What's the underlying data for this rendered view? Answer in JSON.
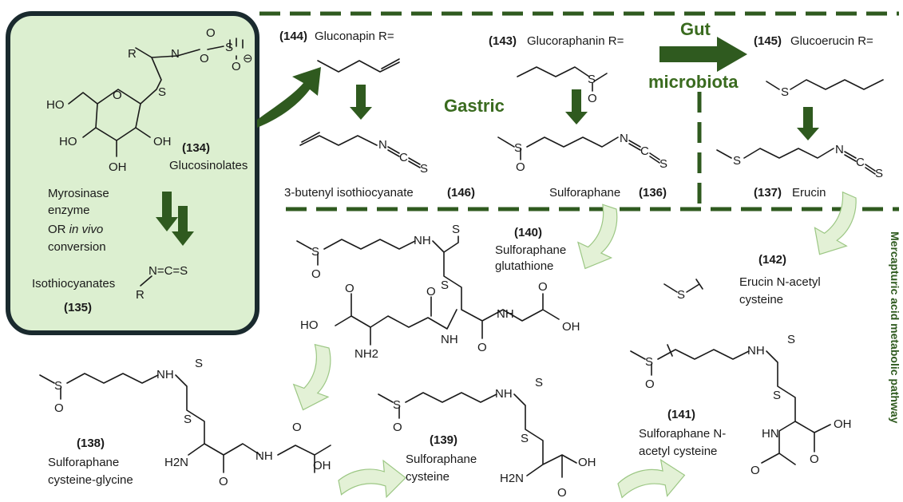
{
  "glucosinolate": {
    "number": "(134)",
    "name": "Glucosinolates",
    "r": "R",
    "n": "N",
    "o1": "O",
    "s": "S",
    "o2": "O",
    "oh1": "HO",
    "oh2": "HO",
    "oh3": "OH",
    "oh4": "OH",
    "s_top": "S",
    "o_top": "O",
    "o_side": "O",
    "charge": "⊖"
  },
  "enzyme": {
    "line1": "Myrosinase",
    "line2": "enzyme",
    "line3_prefix": "OR ",
    "line3_italic": "in vivo",
    "line4": "conversion"
  },
  "isothiocyanates": {
    "number": "(135)",
    "name": "Isothiocyanates",
    "formula": "N=C=S",
    "r": "R"
  },
  "gluconapin": {
    "number": "(144)",
    "name": "Gluconapin R="
  },
  "glucoraphanin": {
    "number": "(143)",
    "name": "Glucoraphanin R=",
    "s": "S",
    "o": "O"
  },
  "glucoerucin": {
    "number": "(145)",
    "name": "Glucoerucin R=",
    "s": "S"
  },
  "butenyl": {
    "name": "3-butenyl isothiocyanate",
    "number": "(146)",
    "n": "N",
    "c": "C",
    "s": "S"
  },
  "sulforaphane": {
    "name": "Sulforaphane",
    "number": "(136)",
    "s": "S",
    "o": "O",
    "n": "N",
    "c": "C",
    "s2": "S"
  },
  "erucin": {
    "number": "(137)",
    "name": "Erucin",
    "s": "S",
    "n": "N",
    "c": "C",
    "s2": "S"
  },
  "labels": {
    "gut": "Gut",
    "microbiota": "microbiota",
    "gastric": "Gastric",
    "pathway": "Mercapturic acid metabolic pathway"
  },
  "sfn_gsh": {
    "number": "(140)",
    "line1": "Sulforaphane",
    "line2": "glutathione",
    "s": "S",
    "o": "O",
    "nh": "NH",
    "s2": "S",
    "s3": "S",
    "ho": "HO",
    "o1": "O",
    "o2": "O",
    "nh2": "NH",
    "o3": "O",
    "nh3": "NH",
    "o4": "O",
    "oh": "OH",
    "nh2b": "NH2"
  },
  "erucin_nac": {
    "number": "(142)",
    "line1": "Erucin N-acetyl",
    "line2": "cysteine",
    "s": "S"
  },
  "sfn_cysgly": {
    "number": "(138)",
    "line1": "Sulforaphane",
    "line2": "cysteine-glycine",
    "s": "S",
    "o": "O",
    "nh": "NH",
    "s2": "S",
    "s3": "S",
    "h2n": "H2N",
    "o2": "O",
    "nh2": "NH",
    "o3": "O",
    "oh": "OH"
  },
  "sfn_cys": {
    "number": "(139)",
    "line1": "Sulforaphane",
    "line2": "cysteine",
    "s": "S",
    "o": "O",
    "nh": "NH",
    "s2": "S",
    "s3": "S",
    "h2n": "H2N",
    "oh": "OH",
    "o2": "O"
  },
  "sfn_nac": {
    "number": "(141)",
    "line1": "Sulforaphane N-",
    "line2": "acetyl cysteine",
    "s": "S",
    "o": "O",
    "nh": "NH",
    "s2": "S",
    "s3": "S",
    "oh": "OH",
    "o2": "O",
    "hn": "HN",
    "o3": "O"
  },
  "colors": {
    "dark_green": "#2f5a1f",
    "light_green": "#dcefd0",
    "box_border": "#1a2a2e",
    "arrow_light": "#e3f1d6",
    "arrow_light_stroke": "#9cc784"
  }
}
